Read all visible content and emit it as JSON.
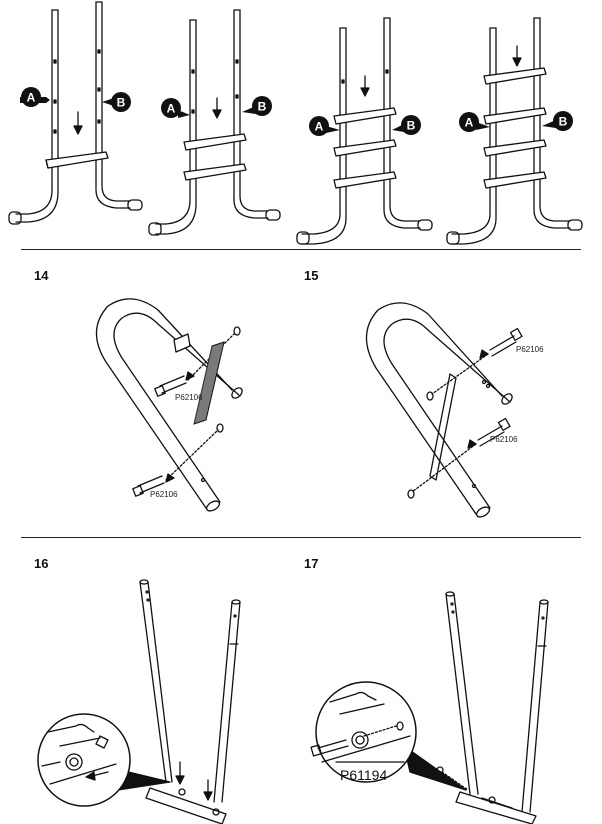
{
  "labels": {
    "a": "A",
    "b": "B"
  },
  "steps": {
    "s14": {
      "number": "14",
      "part_code_1": "P62106",
      "part_code_2": "P62106"
    },
    "s15": {
      "number": "15",
      "part_code_1": "P62106",
      "part_code_2": "P62106"
    },
    "s16": {
      "number": "16"
    },
    "s17": {
      "number": "17",
      "part_code": "P61194"
    }
  },
  "colors": {
    "line": "#111111",
    "tape": "#7a7a7a",
    "background": "#ffffff"
  }
}
